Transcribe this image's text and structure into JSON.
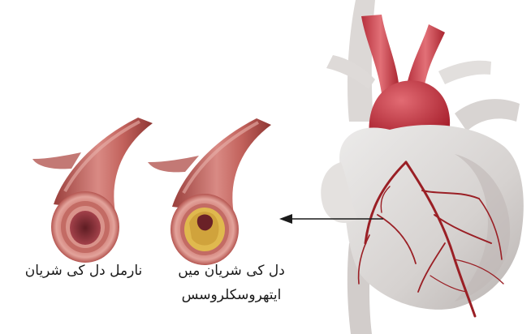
{
  "labels": {
    "normal_artery": "نارمل دل کی شریان",
    "atherosclerosis_line1": "دل کی شریان میں",
    "atherosclerosis_line2": "ایتھروسکلروسس"
  },
  "colors": {
    "artery_outer": "#b5534f",
    "artery_highlight": "#d98a84",
    "artery_lumen": "#8e2f35",
    "plaque": "#e0b94e",
    "heart_body": "#d9d5d3",
    "aorta_red": "#c73a47",
    "coronary_vessel": "#9a1f25",
    "arrow": "#1a1a1a"
  }
}
